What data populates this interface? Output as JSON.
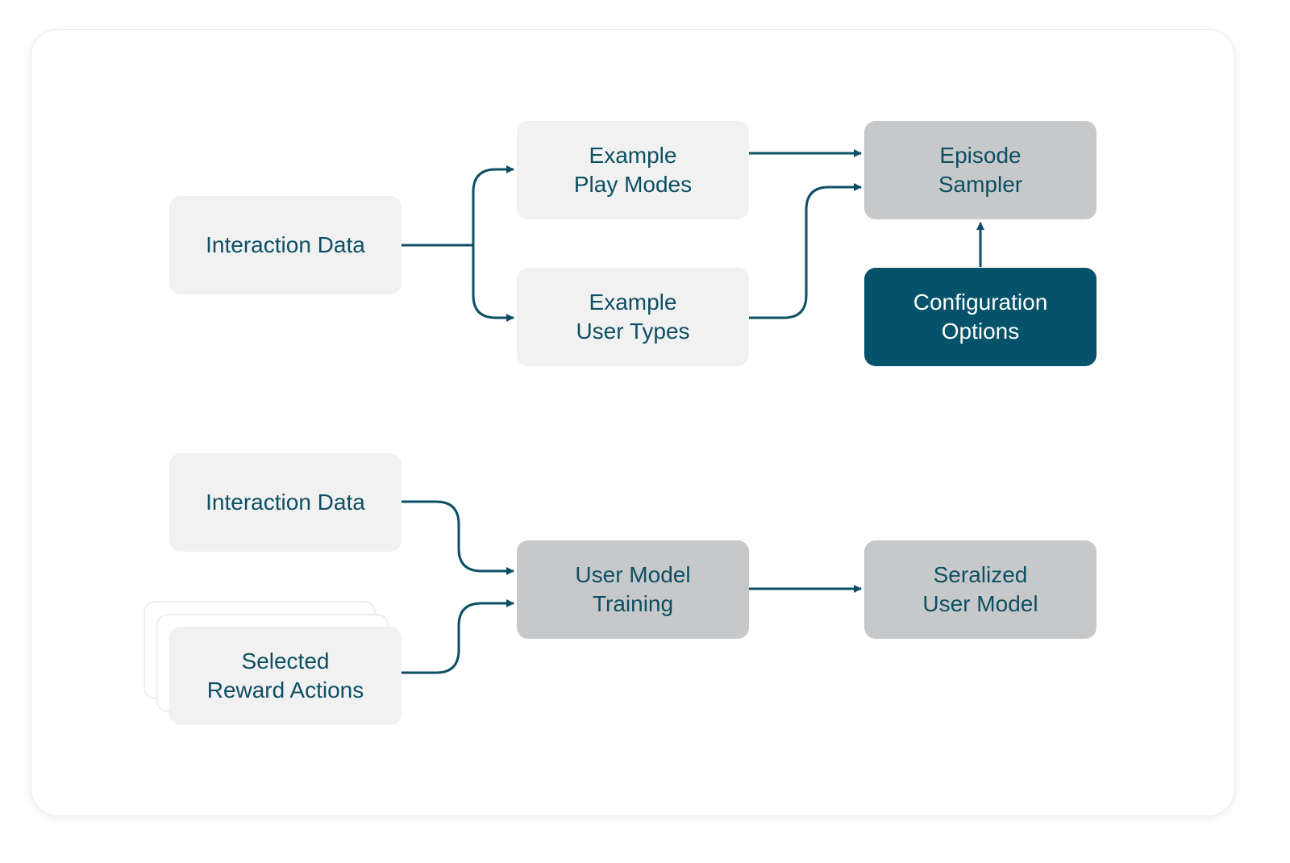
{
  "diagram": {
    "top_flow": {
      "interaction_data": "Interaction Data",
      "example_play_modes": {
        "line1": "Example",
        "line2": "Play Modes"
      },
      "example_user_types": {
        "line1": "Example",
        "line2": "User Types"
      },
      "episode_sampler": {
        "line1": "Episode",
        "line2": "Sampler"
      },
      "configuration_options": {
        "line1": "Configuration",
        "line2": "Options"
      }
    },
    "bottom_flow": {
      "interaction_data": "Interaction Data",
      "selected_reward_actions": {
        "line1": "Selected",
        "line2": "Reward Actions"
      },
      "user_model_training": {
        "line1": "User Model",
        "line2": "Training"
      },
      "serialized_user_model": {
        "line1": "Seralized",
        "line2": "User Model"
      }
    },
    "colors": {
      "connector": "#0d4f63",
      "box_light": "#f1f1f1",
      "box_grey": "#c7c8ca",
      "box_dark": "#04536a",
      "text": "#0d4f63"
    }
  }
}
